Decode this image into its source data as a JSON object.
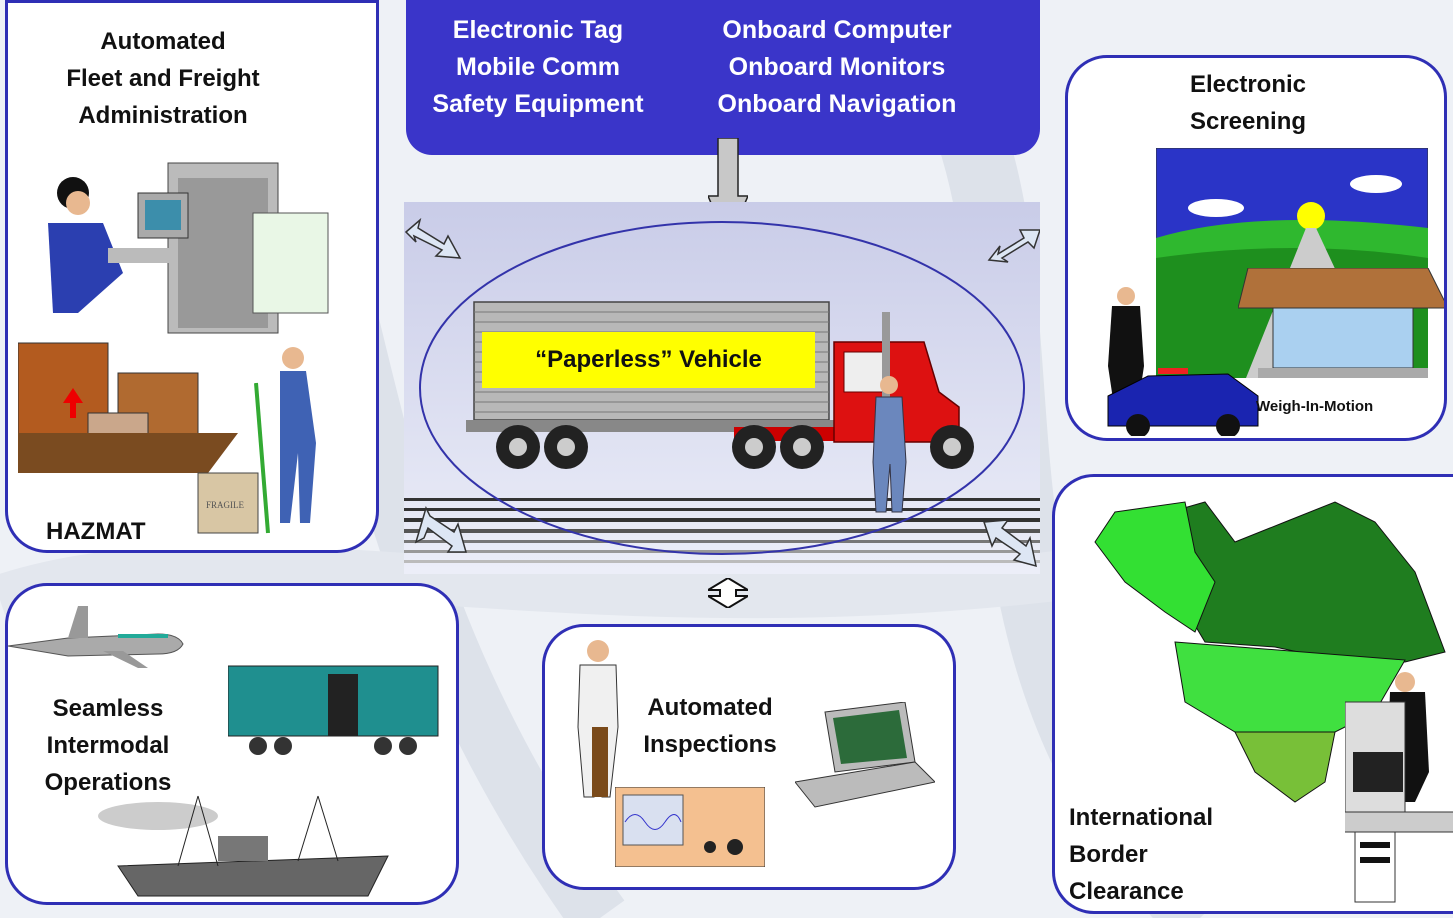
{
  "top_box": {
    "left_items": [
      "Electronic Tag",
      "Mobile Comm",
      "Safety Equipment"
    ],
    "right_items": [
      "Onboard Computer",
      "Onboard Monitors",
      "Onboard Navigation"
    ]
  },
  "center": {
    "vehicle_label": "“Paperless” Vehicle"
  },
  "panels": {
    "fleet": {
      "title_lines": [
        "Automated",
        "Fleet and Freight",
        "Administration"
      ],
      "footer": "HAZMAT",
      "box_label": "FRAGILE"
    },
    "screening": {
      "title_lines": [
        "Electronic",
        "Screening"
      ],
      "caption": "Weigh-In-Motion"
    },
    "intermodal": {
      "title_lines": [
        "Seamless",
        "Intermodal",
        "Operations"
      ]
    },
    "inspections": {
      "title_lines": [
        "Automated",
        "Inspections"
      ]
    },
    "border": {
      "title_lines": [
        "International",
        "Border",
        "Clearance"
      ]
    }
  },
  "colors": {
    "panel_border": "#2f2fb5",
    "top_box_fill": "#3a35c9",
    "highlight_yellow": "#ffff00",
    "ellipse_stroke": "#3333aa"
  }
}
